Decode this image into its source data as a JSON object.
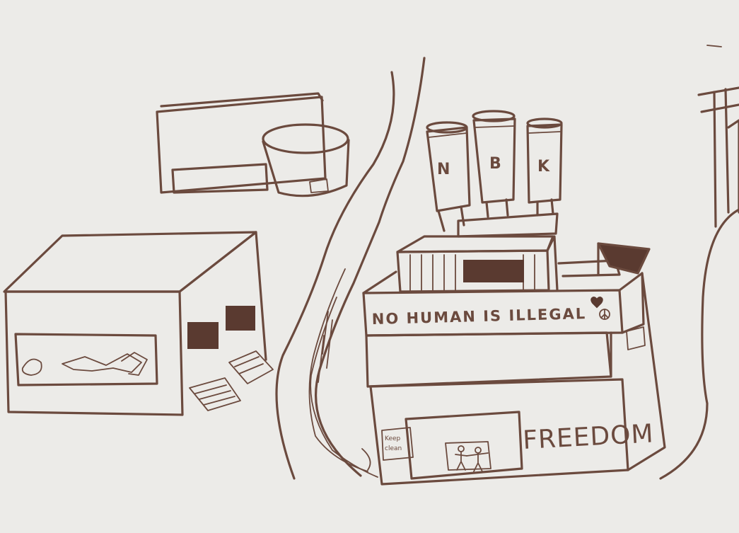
{
  "paper_color": "#ecebe8",
  "ink_color": "#6b4a3e",
  "cans": [
    {
      "letter": "N"
    },
    {
      "letter": "B"
    },
    {
      "letter": "K"
    }
  ],
  "banner": {
    "text": "NO HUMAN IS ILLEGAL"
  },
  "wall": {
    "text": "FREEDOM"
  },
  "poster": {
    "line1": "Keep",
    "line2": "clean"
  },
  "icons": [
    "heart-icon",
    "peace-sign-icon"
  ]
}
